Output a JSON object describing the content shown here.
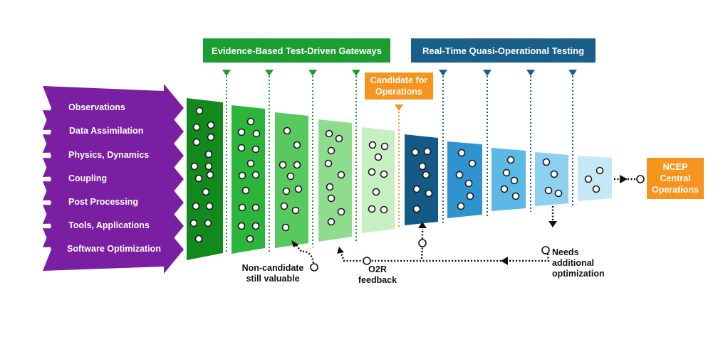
{
  "colors": {
    "purple": "#7b1fa2",
    "green_banner": "#1b9e2f",
    "blue_banner": "#1a5f8c",
    "orange": "#f7941d",
    "green_stages": [
      "#12891c",
      "#2bb53a",
      "#57c95f",
      "#8fdc8f",
      "#c6efc2"
    ],
    "blue_stages": [
      "#145a86",
      "#2e93cf",
      "#5cb8e4",
      "#8dd0ef",
      "#c6e8f6"
    ]
  },
  "inputs": [
    "Observations",
    "Data Assimilation",
    "Physics, Dynamics",
    "Coupling",
    "Post Processing",
    "Tools, Applications",
    "Software Optimization"
  ],
  "banners": {
    "gateways": "Evidence-Based Test-Driven Gateways",
    "testing": "Real-Time Quasi-Operational Testing"
  },
  "candidate": "Candidate for Operations",
  "output": "NCEP Central Operations",
  "notes": {
    "non_candidate": "Non-candidate still valuable",
    "o2r": "O2R feedback",
    "needs_optimization": "Needs additional optimization"
  }
}
